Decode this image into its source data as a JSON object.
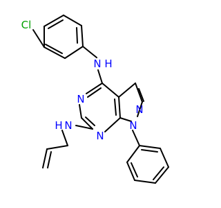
{
  "molecule": {
    "colors": {
      "bond": "#000000",
      "carbon": "#000000",
      "nitrogen": "#0000ff",
      "chlorine": "#00a000",
      "background": "#ffffff"
    },
    "atom_labels": {
      "cl": "Cl",
      "nh_upper": "N",
      "h_upper": "H",
      "n_pyrimidine_left": "N",
      "n_pyrimidine_bottom": "N",
      "n_pyrazole_eq": "N",
      "n_pyrazole_ph": "N",
      "n_allyl": "N",
      "h_allyl": "H"
    }
  }
}
